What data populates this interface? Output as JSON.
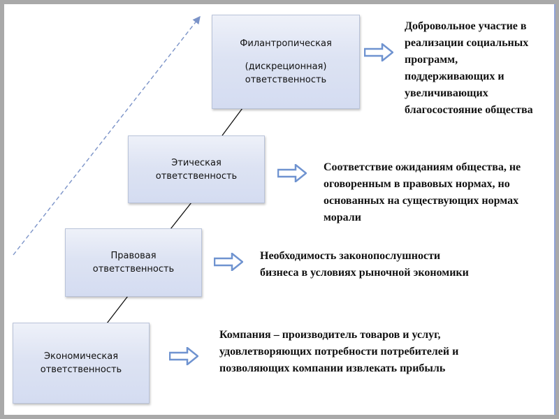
{
  "diagram": {
    "type": "pyramid-of-responsibility",
    "growth_arrow": {
      "name": "dashed-upward-arrow",
      "color": "#7b93c8"
    },
    "arrow_color": "#6f93d0",
    "levels": [
      {
        "id": "philanthropic",
        "title_line1": "Филантропическая",
        "title_line2": "(дискреционная)",
        "title_line3": "ответственность",
        "description": "Добровольное участие в реализации социальных программ, поддерживающих и увеличивающих благосостояние общества"
      },
      {
        "id": "ethical",
        "title_line1": "Этическая",
        "title_line2": "ответственность",
        "description": "Соответствие ожиданиям общества, не оговоренным в правовых нормах, но основанных на существующих нормах морали"
      },
      {
        "id": "legal",
        "title_line1": "Правовая",
        "title_line2": "ответственность",
        "description": "Необходимость законопослушности бизнеса в условиях рыночной экономики"
      },
      {
        "id": "economic",
        "title_line1": "Экономическая",
        "title_line2": "ответственность",
        "description": "Компания – производитель товаров и услуг, удовлетворяющих потребности потребителей и позволяющих компании извлекать прибыль"
      }
    ]
  }
}
